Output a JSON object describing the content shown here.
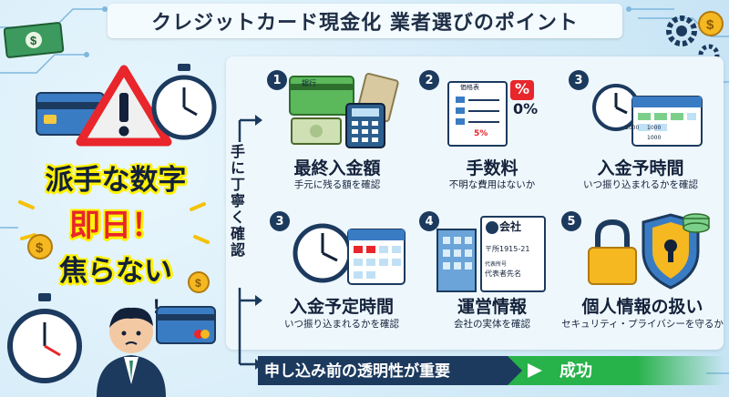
{
  "title": "クレジットカード現金化 業者選びのポイント",
  "left_panel": {
    "line1": "派手な数字",
    "line2": "即日！",
    "line3": "焦らない"
  },
  "vertical_label": "手に丁寧く確認",
  "cards": [
    {
      "number": "1",
      "title": "最終入金額",
      "subtitle": "手元に残る額を確認",
      "icon": "money-bank-icon",
      "bank_label": "銀行"
    },
    {
      "number": "2",
      "title": "手数料",
      "subtitle": "不明な費用はないか",
      "icon": "price-list-icon",
      "sheet_label": "価格表",
      "pct_badge": "%",
      "pct_value": "0%",
      "pct_small": "5%"
    },
    {
      "number": "3",
      "title": "入金予時間",
      "subtitle": "いつ振り込まれるかを確認",
      "icon": "clock-calendar-icon",
      "cal_values": [
        "1000",
        "1000",
        "1000"
      ]
    },
    {
      "number": "3",
      "title": "入金予定時間",
      "subtitle": "いつ振り込まれるかを確認",
      "icon": "clock-calendar-icon"
    },
    {
      "number": "4",
      "title": "運営情報",
      "subtitle": "会社の実体を確認",
      "icon": "company-icon",
      "company_label": "会社",
      "postal": "〒所1915-21",
      "rep_small": "代表所号",
      "rep_label": "代表者先名"
    },
    {
      "number": "5",
      "title": "個人情報の扱い",
      "subtitle": "セキュリティ・プライバシーを守るか",
      "icon": "security-lock-icon"
    }
  ],
  "bottom_bar": {
    "main": "申し込み前の透明性が重要",
    "result": "成功"
  },
  "colors": {
    "navy": "#1c3a5e",
    "yellow": "#fff200",
    "red": "#e8262b",
    "green": "#27b24a",
    "panel": "#eef7fc"
  }
}
